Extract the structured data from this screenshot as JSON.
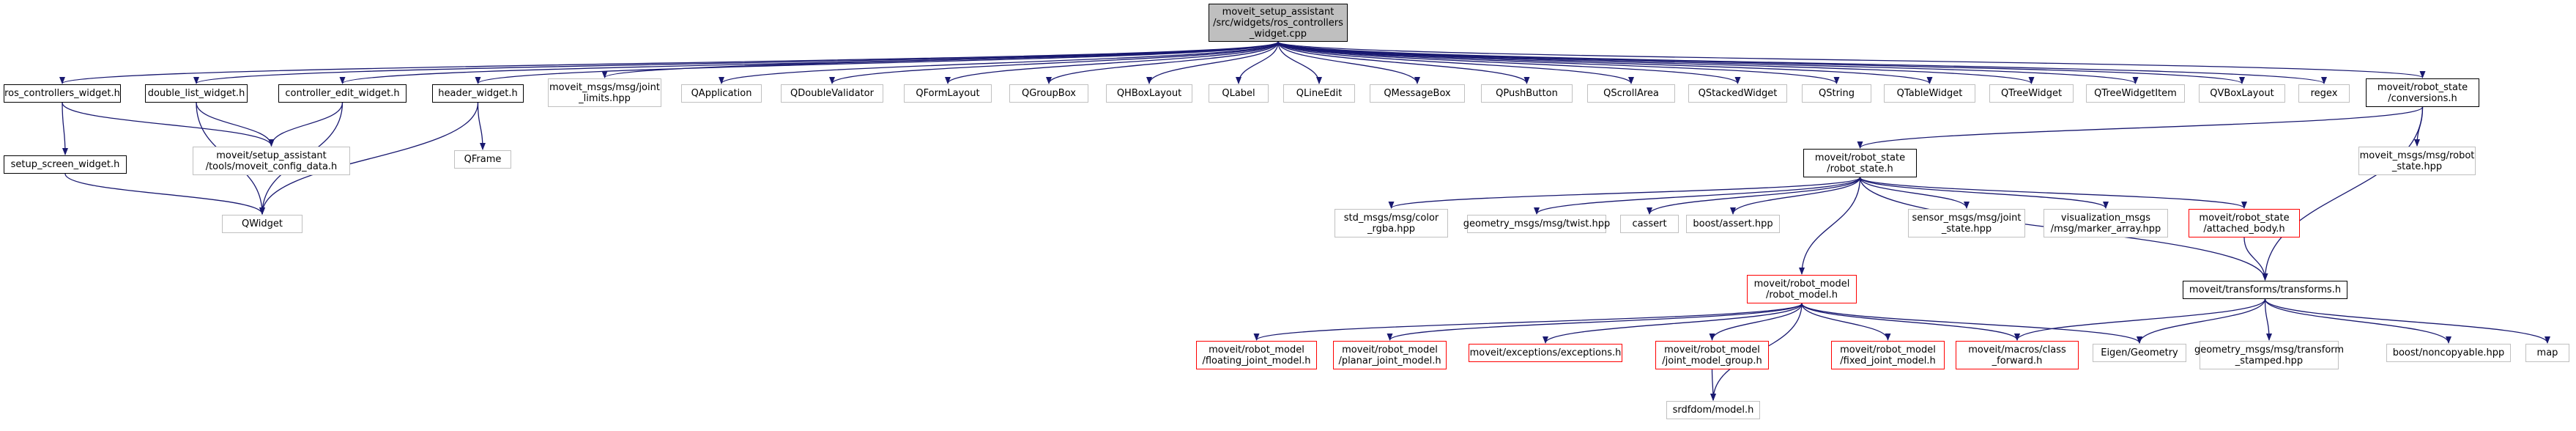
{
  "colors": {
    "edge": "#191970",
    "root_fill": "#bfbfbf",
    "truncated_border": "#ff0000",
    "external_border": "#c0c0c0",
    "documented_border": "#000000"
  },
  "nodes": {
    "root": [
      "moveit_setup_assistant",
      "/src/widgets/ros_controllers",
      "_widget.cpp"
    ],
    "ros_controllers_widget_h": [
      "ros_controllers_widget.h"
    ],
    "double_list_widget_h": [
      "double_list_widget.h"
    ],
    "controller_edit_widget_h": [
      "controller_edit_widget.h"
    ],
    "header_widget_h": [
      "header_widget.h"
    ],
    "moveit_msgs_joint_limits": [
      "moveit_msgs/msg/joint",
      "_limits.hpp"
    ],
    "qapplication": [
      "QApplication"
    ],
    "qdoublevalidator": [
      "QDoubleValidator"
    ],
    "qformlayout": [
      "QFormLayout"
    ],
    "qgroupbox": [
      "QGroupBox"
    ],
    "qhboxlayout": [
      "QHBoxLayout"
    ],
    "qlabel": [
      "QLabel"
    ],
    "qlineedit": [
      "QLineEdit"
    ],
    "qmessagebox": [
      "QMessageBox"
    ],
    "qpushbutton": [
      "QPushButton"
    ],
    "qscrollarea": [
      "QScrollArea"
    ],
    "qstackedwidget": [
      "QStackedWidget"
    ],
    "qstring": [
      "QString"
    ],
    "qtablewidget": [
      "QTableWidget"
    ],
    "qtreewidget": [
      "QTreeWidget"
    ],
    "qtreewidgetitem": [
      "QTreeWidgetItem"
    ],
    "qvboxlayout": [
      "QVBoxLayout"
    ],
    "regex": [
      "regex"
    ],
    "robot_state_conversions_h": [
      "moveit/robot_state",
      "/conversions.h"
    ],
    "setup_screen_widget_h": [
      "setup_screen_widget.h"
    ],
    "moveit_config_data_h": [
      "moveit/setup_assistant",
      "/tools/moveit_config_data.h"
    ],
    "qframe": [
      "QFrame"
    ],
    "qwidget": [
      "QWidget"
    ],
    "moveit_msgs_robot_state": [
      "moveit_msgs/msg/robot",
      "_state.hpp"
    ],
    "robot_state_h": [
      "moveit/robot_state",
      "/robot_state.h"
    ],
    "std_msgs_color": [
      "std_msgs/msg/color",
      "_rgba.hpp"
    ],
    "geometry_msgs_twist": [
      "geometry_msgs/msg/twist.hpp"
    ],
    "cassert": [
      "cassert"
    ],
    "boost_assert": [
      "boost/assert.hpp"
    ],
    "sensor_msgs_joint_state": [
      "sensor_msgs/msg/joint",
      "_state.hpp"
    ],
    "visualization_msgs_marker": [
      "visualization_msgs",
      "/msg/marker_array.hpp"
    ],
    "attached_body_h": [
      "moveit/robot_state",
      "/attached_body.h"
    ],
    "transforms_h": [
      "moveit/transforms/transforms.h"
    ],
    "robot_model_h": [
      "moveit/robot_model",
      "/robot_model.h"
    ],
    "floating_joint_model_h": [
      "moveit/robot_model",
      "/floating_joint_model.h"
    ],
    "planar_joint_model_h": [
      "moveit/robot_model",
      "/planar_joint_model.h"
    ],
    "exceptions_h": [
      "moveit/exceptions/exceptions.h"
    ],
    "joint_model_group_h": [
      "moveit/robot_model",
      "/joint_model_group.h"
    ],
    "fixed_joint_model_h": [
      "moveit/robot_model",
      "/fixed_joint_model.h"
    ],
    "class_forward_h": [
      "moveit/macros/class",
      "_forward.h"
    ],
    "eigen_geometry": [
      "Eigen/Geometry"
    ],
    "geometry_msgs_transform_stamped": [
      "geometry_msgs/msg/transform",
      "_stamped.hpp"
    ],
    "boost_noncopyable": [
      "boost/noncopyable.hpp"
    ],
    "map": [
      "map"
    ],
    "srdfdom_model_h": [
      "srdfdom/model.h"
    ]
  }
}
